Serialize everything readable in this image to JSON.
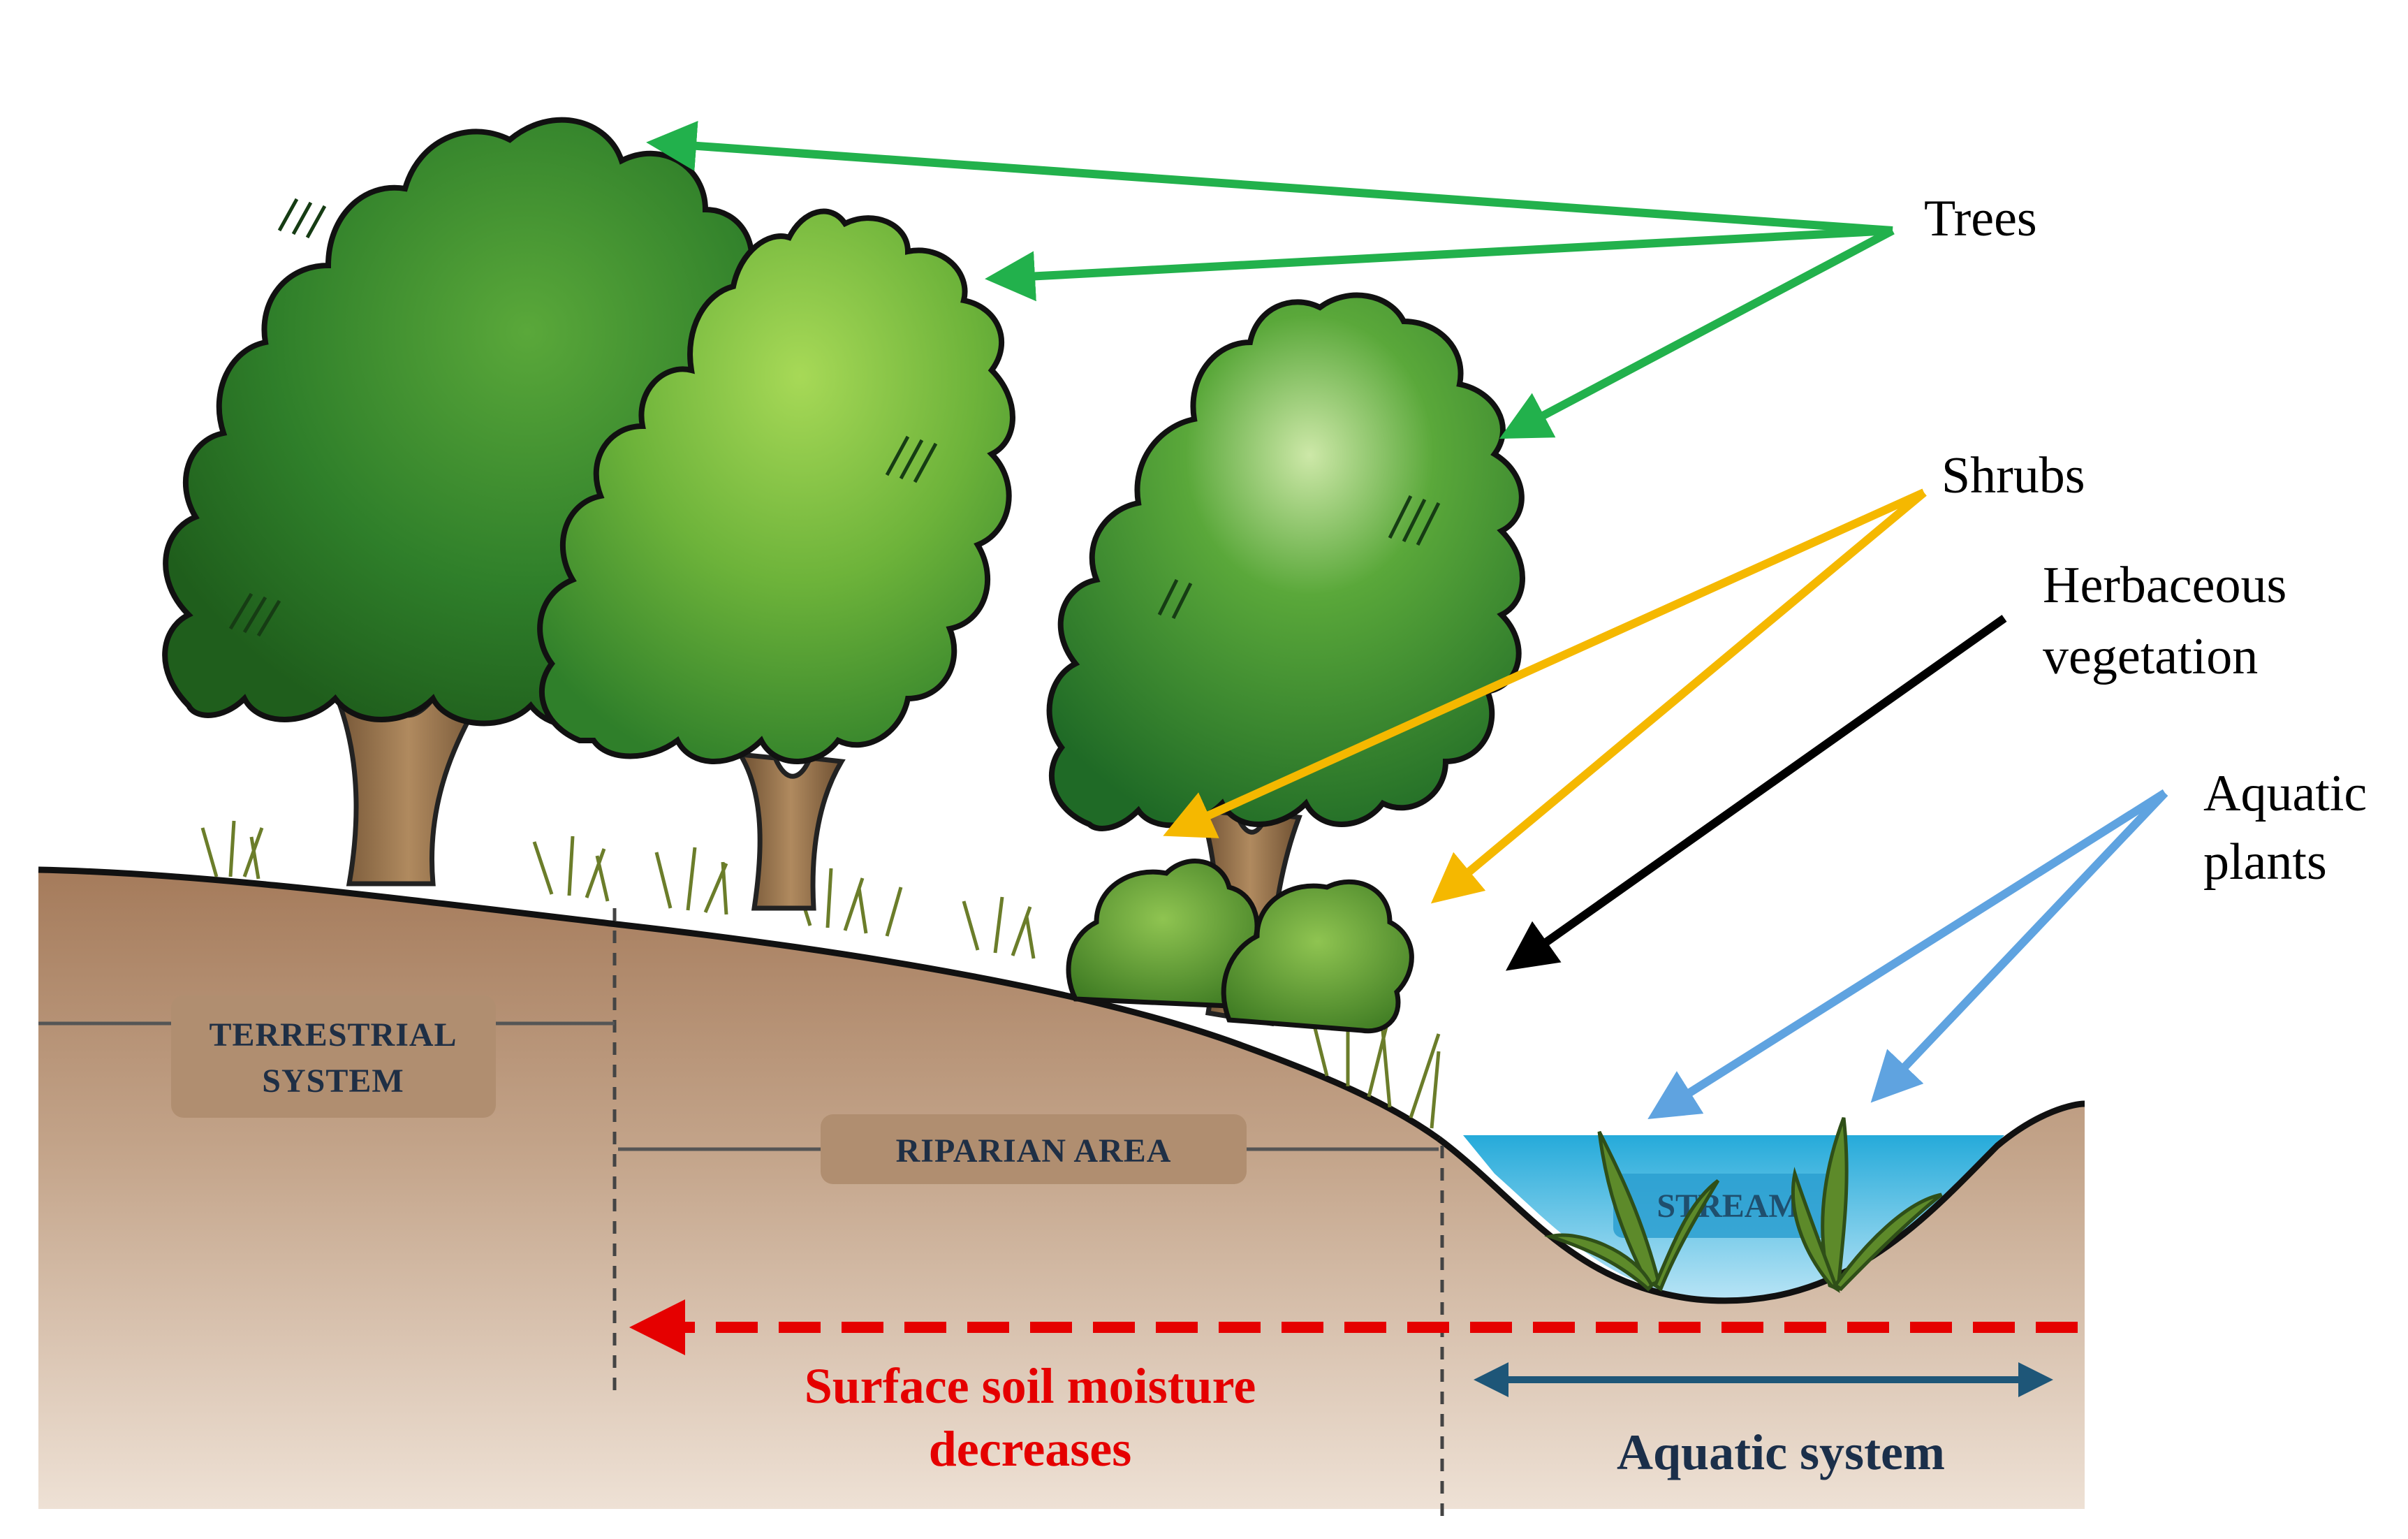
{
  "labels": {
    "trees": "Trees",
    "shrubs": "Shrubs",
    "herbaceous_line1": "Herbaceous",
    "herbaceous_line2": "vegetation",
    "aquatic_plants_line1": "Aquatic",
    "aquatic_plants_line2": "plants"
  },
  "zones": {
    "terrestrial_line1": "TERRESTRIAL",
    "terrestrial_line2": "SYSTEM",
    "riparian": "RIPARIAN AREA",
    "stream": "STREAM"
  },
  "moisture": {
    "line1": "Surface soil moisture",
    "line2": "decreases"
  },
  "aquatic_system": "Aquatic system",
  "colors": {
    "trees_arrow": "#22b14c",
    "shrubs_arrow": "#f5b800",
    "herbaceous_arrow": "#000000",
    "aquatic_arrow": "#5fa3e0",
    "moisture_arrow": "#e50000",
    "aquatic_system_arrow": "#1e5678",
    "soil": "#a07a5c",
    "water": "#4ab8e0"
  }
}
